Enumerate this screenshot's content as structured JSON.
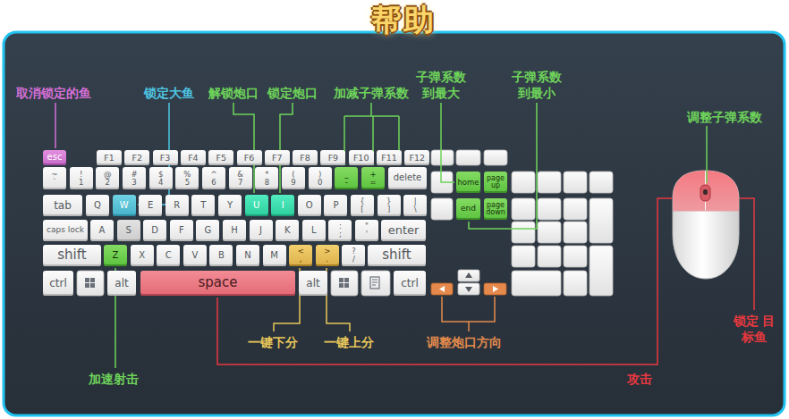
{
  "diagram": {
    "title": "帮助",
    "nodes": [
      {
        "text": [
          "esc"
        ]
      },
      {
        "text": [
          "F1"
        ]
      },
      {
        "text": [
          "F2"
        ]
      },
      {
        "text": [
          "F3"
        ]
      },
      {
        "text": [
          "F4"
        ]
      },
      {
        "text": [
          "F5"
        ]
      },
      {
        "text": [
          "F6"
        ]
      },
      {
        "text": [
          "F7"
        ]
      },
      {
        "text": [
          "F8"
        ]
      },
      {
        "text": [
          "F9"
        ]
      },
      {
        "text": [
          "F10"
        ]
      },
      {
        "text": [
          "F11"
        ]
      },
      {
        "text": [
          "F12"
        ]
      },
      {
        "text": [
          "~",
          "`"
        ]
      },
      {
        "text": [
          "!",
          "1"
        ]
      },
      {
        "text": [
          "@",
          "2"
        ]
      },
      {
        "text": [
          "#",
          "3"
        ]
      },
      {
        "text": [
          "$",
          "4"
        ]
      },
      {
        "text": [
          "%",
          "5"
        ]
      },
      {
        "text": [
          "^",
          "6"
        ]
      },
      {
        "text": [
          "&",
          "7"
        ]
      },
      {
        "text": [
          "*",
          "8"
        ]
      },
      {
        "text": [
          "(",
          "9"
        ]
      },
      {
        "text": [
          ")",
          "0"
        ]
      },
      {
        "text": [
          "_",
          "-"
        ]
      },
      {
        "text": [
          "+",
          "="
        ]
      },
      {
        "text": [
          "delete"
        ]
      },
      {
        "text": [
          "home"
        ]
      },
      {
        "text": [
          "page up"
        ]
      },
      {
        "text": [
          "tab"
        ]
      },
      {
        "text": [
          "Q"
        ]
      },
      {
        "text": [
          "W"
        ]
      },
      {
        "text": [
          "E"
        ]
      },
      {
        "text": [
          "R"
        ]
      },
      {
        "text": [
          "T"
        ]
      },
      {
        "text": [
          "Y"
        ]
      },
      {
        "text": [
          "U"
        ]
      },
      {
        "text": [
          "I"
        ]
      },
      {
        "text": [
          "O"
        ]
      },
      {
        "text": [
          "P"
        ]
      },
      {
        "text": [
          "{",
          "["
        ]
      },
      {
        "text": [
          "}",
          "]"
        ]
      },
      {
        "text": [
          "|",
          "\\"
        ]
      },
      {
        "text": [
          "end"
        ]
      },
      {
        "text": [
          "page down"
        ]
      },
      {
        "text": [
          "caps lock"
        ]
      },
      {
        "text": [
          "A"
        ]
      },
      {
        "text": [
          "S"
        ]
      },
      {
        "text": [
          "D"
        ]
      },
      {
        "text": [
          "F"
        ]
      },
      {
        "text": [
          "G"
        ]
      },
      {
        "text": [
          "H"
        ]
      },
      {
        "text": [
          "J"
        ]
      },
      {
        "text": [
          "K"
        ]
      },
      {
        "text": [
          "L"
        ]
      },
      {
        "text": [
          ":",
          ";"
        ]
      },
      {
        "text": [
          "\"",
          "'"
        ]
      },
      {
        "text": [
          "enter"
        ]
      },
      {
        "text": [
          "shift"
        ]
      },
      {
        "text": [
          "Z"
        ]
      },
      {
        "text": [
          "X"
        ]
      },
      {
        "text": [
          "C"
        ]
      },
      {
        "text": [
          "V"
        ]
      },
      {
        "text": [
          "B"
        ]
      },
      {
        "text": [
          "N"
        ]
      },
      {
        "text": [
          "M"
        ]
      },
      {
        "text": [
          "<",
          ","
        ]
      },
      {
        "text": [
          ">",
          "."
        ]
      },
      {
        "text": [
          "?",
          "/"
        ]
      },
      {
        "text": [
          "shift"
        ]
      },
      {
        "text": [
          "ctrl"
        ]
      },
      {
        "text": [
          "alt"
        ]
      },
      {
        "text": [
          "space"
        ]
      },
      {
        "text": [
          "alt"
        ]
      },
      {
        "text": [
          "ctrl"
        ]
      }
    ],
    "labels": [
      "取消锁定的鱼",
      "锁定大鱼",
      "解锁炮口",
      "锁定炮口",
      "加减子弹系数",
      "子弹系数 到最大",
      "子弹系数 到最小",
      "调整子弹系数",
      "锁定 目标鱼",
      "一键下分",
      "一键上分",
      "调整炮口方向",
      "加速射击",
      "攻击"
    ]
  }
}
